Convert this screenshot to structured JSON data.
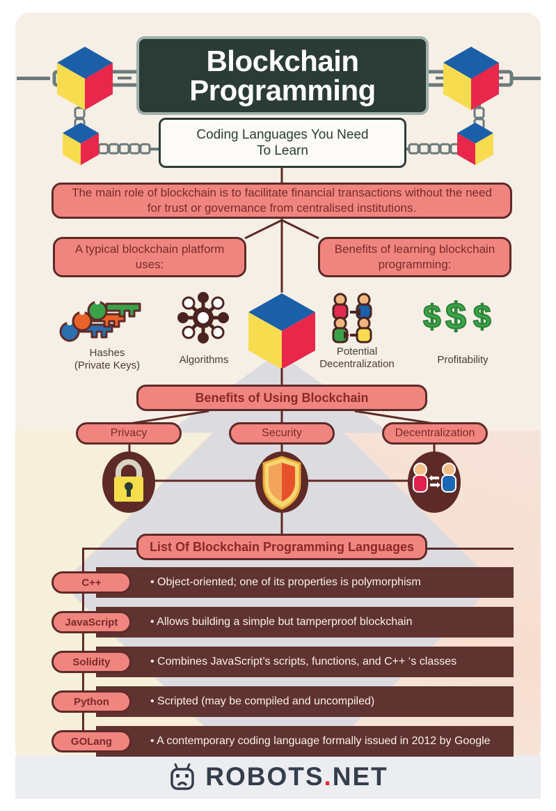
{
  "header": {
    "title_line1": "Blockchain",
    "title_line2": "Programming",
    "subtitle_line1": "Coding Languages You Need",
    "subtitle_line2": "To Learn"
  },
  "intro": {
    "main_statement": "The main role of blockchain is to facilitate financial transactions without the need for trust or governance from centralised institutions.",
    "left_box": "A typical blockchain platform uses:",
    "right_box": "Benefits of learning blockchain programming:"
  },
  "features": [
    {
      "icon": "keys-icon",
      "label_line1": "Hashes",
      "label_line2": "(Private Keys)"
    },
    {
      "icon": "algorithm-node-icon",
      "label_line1": "Algorithms",
      "label_line2": ""
    },
    {
      "icon": "blockchain-cube-icon",
      "label_line1": "",
      "label_line2": ""
    },
    {
      "icon": "network-people-icon",
      "label_line1": "Potential",
      "label_line2": "Decentralization"
    },
    {
      "icon": "dollar-signs-icon",
      "label_line1": "Profitability",
      "label_line2": ""
    }
  ],
  "benefits": {
    "heading": "Benefits of Using Blockchain",
    "items": [
      {
        "label": "Privacy",
        "icon": "padlock-icon"
      },
      {
        "label": "Security",
        "icon": "shield-icon"
      },
      {
        "label": "Decentralization",
        "icon": "people-exchange-icon"
      }
    ]
  },
  "languages": {
    "heading": "List Of Blockchain Programming Languages",
    "rows": [
      {
        "name": "C++",
        "description": "• Object-oriented; one of its properties is polymorphism"
      },
      {
        "name": "JavaScript",
        "description": "• Allows building a simple but tamperproof blockchain"
      },
      {
        "name": "Solidity",
        "description": "• Combines JavaScript’s scripts, functions, and C++ ‘s classes"
      },
      {
        "name": "Python",
        "description": "• Scripted (may be compiled and uncompiled)"
      },
      {
        "name": "GOLang",
        "description": "• A contemporary coding language formally issued in 2012 by Google"
      }
    ]
  },
  "footer": {
    "logo_icon": "robot-head-icon",
    "brand_part1": "ROBOTS",
    "brand_dot": ".",
    "brand_part2": "NET"
  },
  "colors": {
    "background_cream": "#F6EFE6",
    "header_dark": "#2B3B36",
    "accent_red": "#F0857F",
    "outline_brown": "#5E2A28",
    "row_dark": "#5E3330",
    "cube_blue": "#1B5FA8",
    "cube_yellow": "#F7DC50",
    "cube_red": "#E8274B",
    "grey_diamond": "#DCDBE0",
    "footer_grey": "#ECEDF0",
    "brand_dot_red": "#E3283F"
  }
}
